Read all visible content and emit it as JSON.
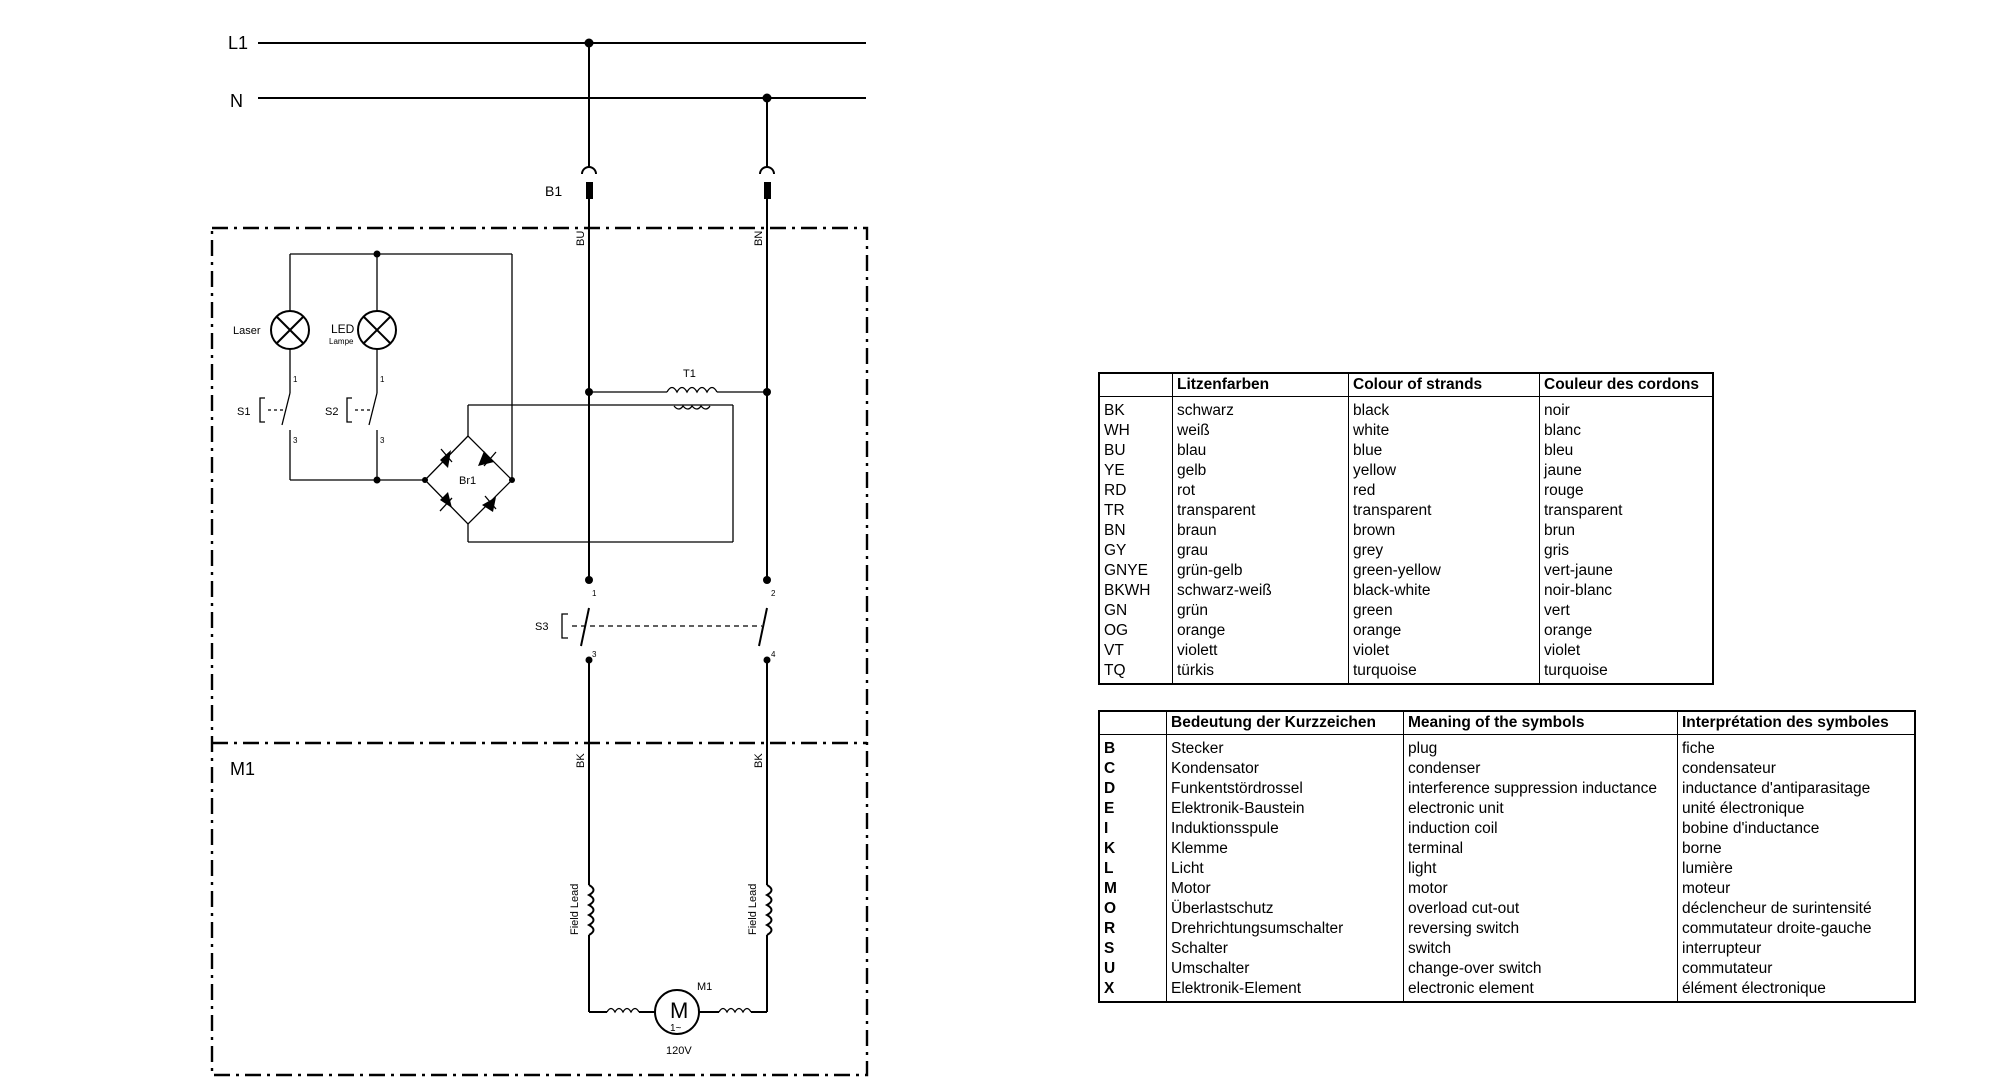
{
  "diagram": {
    "labels": {
      "l1": "L1",
      "n": "N",
      "b1": "B1",
      "bu": "BU",
      "bn": "BN",
      "laser": "Laser",
      "led": "LED",
      "lampe": "Lampe",
      "s1": "S1",
      "s2": "S2",
      "s3": "S3",
      "t1": "T1",
      "br1": "Br1",
      "m1_section": "M1",
      "m1_motor": "M1",
      "bk_left": "BK",
      "bk_right": "BK",
      "field_lead_left": "Field Lead",
      "field_lead_right": "Field Lead",
      "voltage": "120V",
      "motor_letter": "M",
      "motor_phase": "1~",
      "pin_l1": "1",
      "pin_l3": "3",
      "pin_r1": "1",
      "pin_r3": "3",
      "pin_s3_1": "1",
      "pin_s3_2": "2",
      "pin_s3_3": "3",
      "pin_s3_4": "4"
    }
  },
  "colour_table": {
    "headers": [
      "",
      "Litzenfarben",
      "Colour of strands",
      "Couleur des cordons"
    ],
    "rows": [
      [
        "BK",
        "schwarz",
        "black",
        "noir"
      ],
      [
        "WH",
        "weiß",
        "white",
        "blanc"
      ],
      [
        "BU",
        "blau",
        "blue",
        "bleu"
      ],
      [
        "YE",
        "gelb",
        "yellow",
        "jaune"
      ],
      [
        "RD",
        "rot",
        "red",
        "rouge"
      ],
      [
        "TR",
        "transparent",
        "transparent",
        "transparent"
      ],
      [
        "BN",
        "braun",
        "brown",
        "brun"
      ],
      [
        "GY",
        "grau",
        "grey",
        "gris"
      ],
      [
        "GNYE",
        "grün-gelb",
        "green-yellow",
        "vert-jaune"
      ],
      [
        "BKWH",
        "schwarz-weiß",
        "black-white",
        "noir-blanc"
      ],
      [
        "GN",
        "grün",
        "green",
        "vert"
      ],
      [
        "OG",
        "orange",
        "orange",
        "orange"
      ],
      [
        "VT",
        "violett",
        "violet",
        "violet"
      ],
      [
        "TQ",
        "türkis",
        "turquoise",
        "turquoise"
      ]
    ]
  },
  "symbol_table": {
    "headers": [
      "",
      "Bedeutung der Kurzzeichen",
      "Meaning of the symbols",
      "Interprétation des symboles"
    ],
    "rows": [
      [
        "B",
        "Stecker",
        "plug",
        "fiche"
      ],
      [
        "C",
        "Kondensator",
        "condenser",
        "condensateur"
      ],
      [
        "D",
        "Funkentstördrossel",
        "interference suppression inductance",
        "inductance d'antiparasitage"
      ],
      [
        "E",
        "Elektronik-Baustein",
        "electronic unit",
        "unité électronique"
      ],
      [
        "I",
        "Induktionsspule",
        "induction coil",
        "bobine d'inductance"
      ],
      [
        "K",
        "Klemme",
        "terminal",
        "borne"
      ],
      [
        "L",
        "Licht",
        "light",
        "lumière"
      ],
      [
        "M",
        "Motor",
        "motor",
        "moteur"
      ],
      [
        "O",
        "Überlastschutz",
        "overload cut-out",
        "déclencheur de surintensité"
      ],
      [
        "R",
        "Drehrichtungsumschalter",
        "reversing switch",
        "commutateur droite-gauche"
      ],
      [
        "S",
        "Schalter",
        "switch",
        "interrupteur"
      ],
      [
        "U",
        "Umschalter",
        "change-over switch",
        "commutateur"
      ],
      [
        "X",
        "Elektronik-Element",
        "electronic element",
        "élément électronique"
      ]
    ]
  }
}
